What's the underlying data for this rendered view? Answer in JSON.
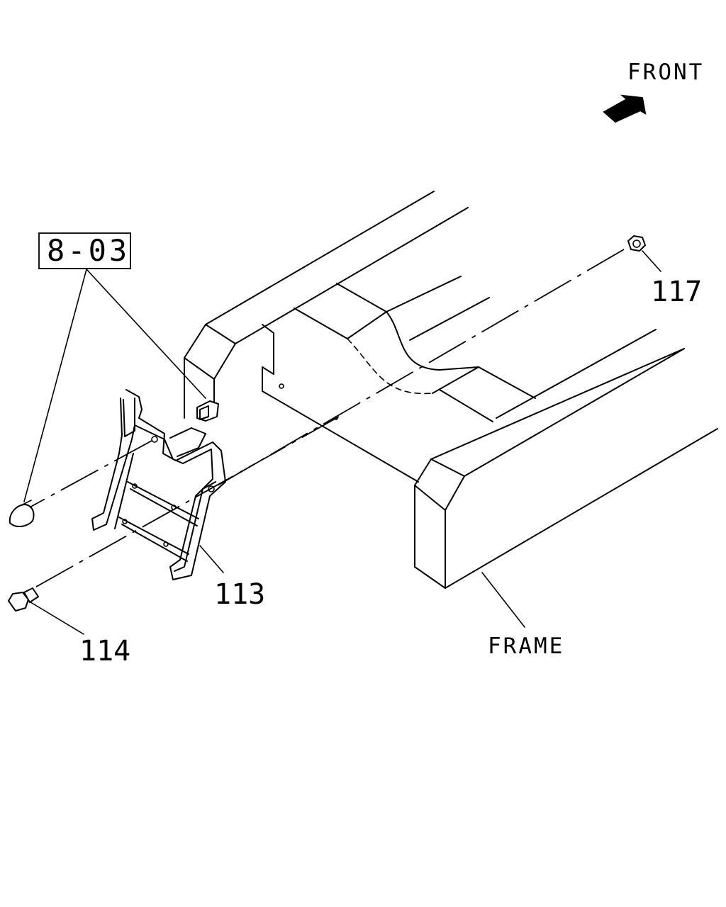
{
  "labels": {
    "direction": "FRONT",
    "frame": "FRAME",
    "reference": "8-03",
    "parts": {
      "bracket": "113",
      "bolt": "114",
      "nut": "117"
    }
  },
  "icons": {
    "direction_arrow": "front-arrow-icon"
  }
}
